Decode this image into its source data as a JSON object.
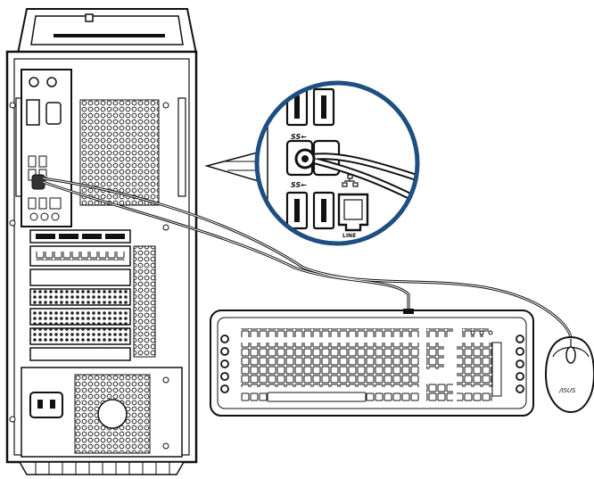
{
  "callout": {
    "usb_top_label": "SS←",
    "usb_bottom_label": "SS←",
    "line_label": "LINE"
  },
  "mouse": {
    "brand": "/ISUS"
  },
  "colors": {
    "outline": "#111111",
    "callout_ring": "#1f4f80",
    "panel_fill": "#ffffff",
    "dot_fill": "#d9d9d9"
  },
  "icons": [
    "desktop-tower",
    "keyboard",
    "mouse",
    "usb-port",
    "ethernet-port",
    "cable"
  ]
}
